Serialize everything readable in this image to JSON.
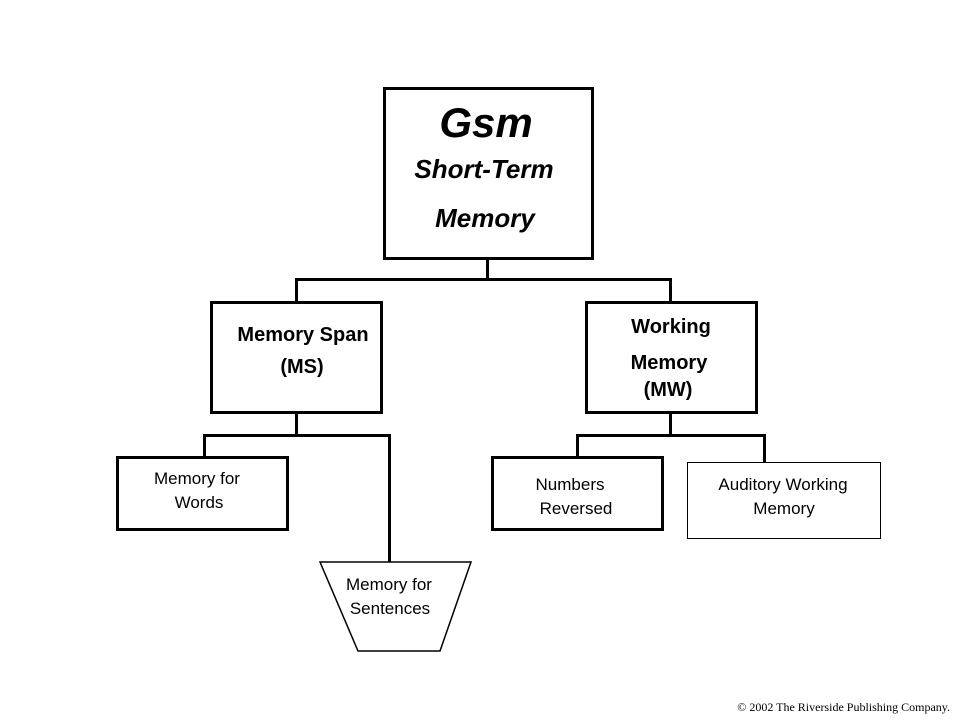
{
  "root": {
    "code": "Gsm",
    "line1": "Short-Term",
    "line2": "Memory"
  },
  "memory_span": {
    "line1": "Memory Span",
    "line2": "(MS)"
  },
  "working_memory": {
    "line1": "Working",
    "line2": "Memory",
    "line3": "(MW)"
  },
  "tests": {
    "memory_for_words": {
      "line1": "Memory for",
      "line2": "Words"
    },
    "memory_for_sentences": {
      "line1": "Memory for",
      "line2": "Sentences"
    },
    "numbers_reversed": {
      "line1": "Numbers",
      "line2": "Reversed"
    },
    "auditory_working_memory": {
      "line1": "Auditory Working",
      "line2": "Memory"
    }
  },
  "footer": {
    "copyright": "© 2002 The Riverside Publishing Company."
  }
}
